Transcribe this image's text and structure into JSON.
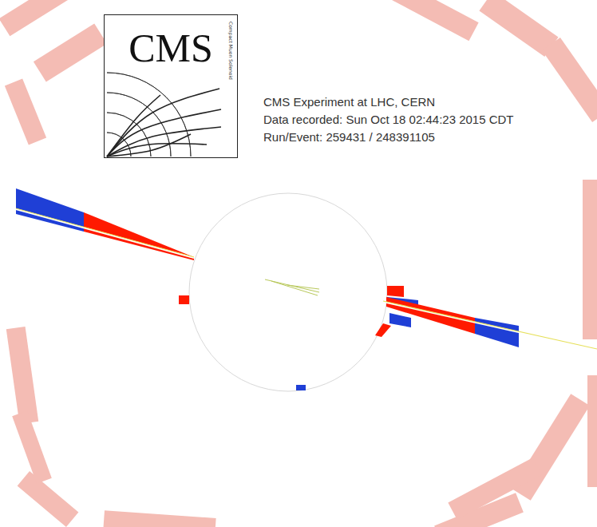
{
  "diagram": {
    "nodes": [
      {
        "text": [
          "CMS",
          "Compact Muon Solenoid"
        ]
      }
    ],
    "labels": [
      "CMS Experiment at LHC, CERN",
      "Data recorded: Sun Oct 18 02:44:23 2015 CDT",
      "Run/Event: 259431 / 248391105"
    ]
  }
}
